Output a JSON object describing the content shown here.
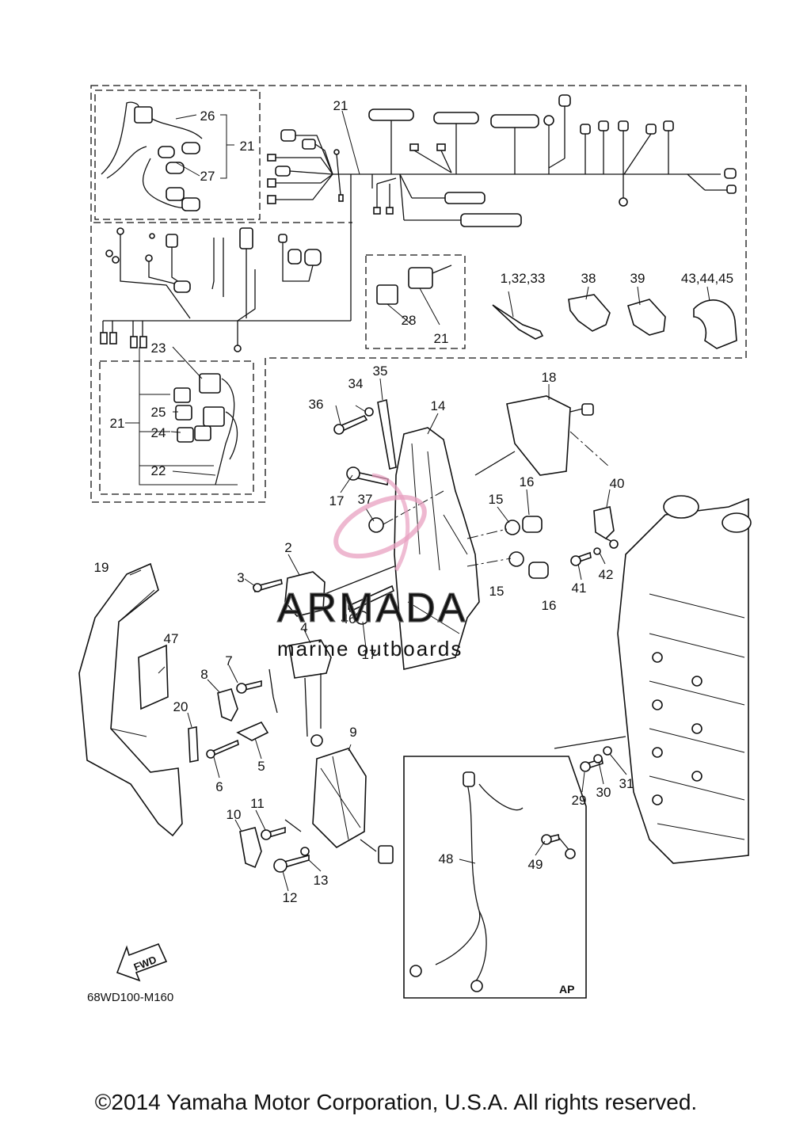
{
  "diagram_code": "68WD100-M160",
  "fwd_label": "FWD",
  "ap_label": "AP",
  "watermark": {
    "brand": "ARMADA",
    "sub": "marine outboards",
    "accent": "#e8a0c0"
  },
  "copyright": "©2014 Yamaha Motor Corporation, U.S.A. All rights reserved.",
  "callouts": {
    "c1": "1,32,33",
    "c2": "2",
    "c3": "3",
    "c4": "4",
    "c5": "5",
    "c6": "6",
    "c7": "7",
    "c8": "8",
    "c9": "9",
    "c10": "10",
    "c11": "11",
    "c12": "12",
    "c13": "13",
    "c14": "14",
    "c15": "15",
    "c16": "16",
    "c17": "17",
    "c18": "18",
    "c19": "19",
    "c20": "20",
    "c21": "21",
    "c22": "22",
    "c23": "23",
    "c24": "24",
    "c25": "25",
    "c26": "26",
    "c27": "27",
    "c28": "28",
    "c29": "29",
    "c30": "30",
    "c31": "31",
    "c34": "34",
    "c35": "35",
    "c36": "36",
    "c37": "37",
    "c38": "38",
    "c39": "39",
    "c40": "40",
    "c41": "41",
    "c42": "42",
    "c43": "43,44,45",
    "c46": "46",
    "c47": "47",
    "c48": "48",
    "c49": "49"
  }
}
